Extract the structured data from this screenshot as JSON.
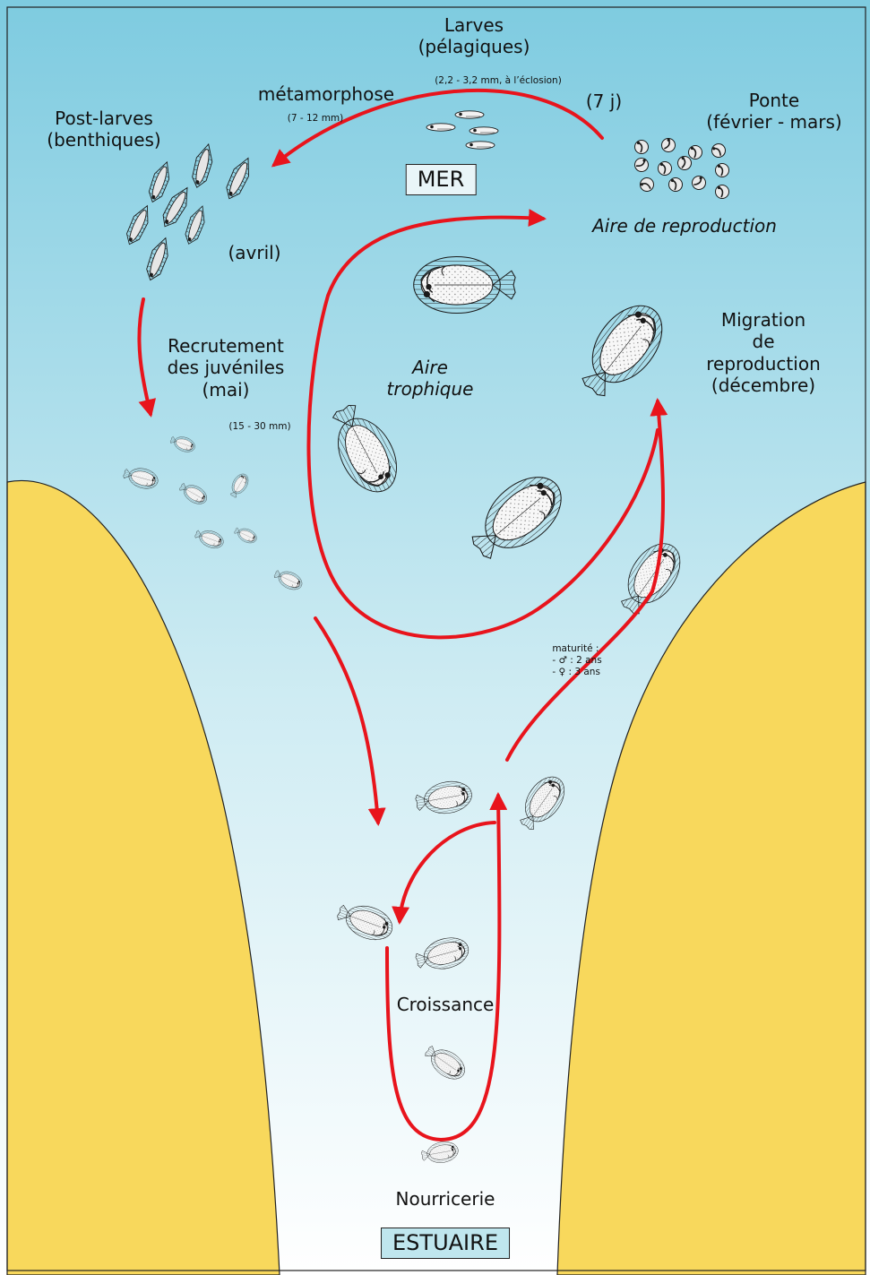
{
  "labels": {
    "larvae_title": "Larves",
    "larvae_sub": "(pélagiques)",
    "larvae_size": "(2,2 - 3,2 mm, à l’éclosion)",
    "days": "(7 j)",
    "metamorphosis": "métamorphose",
    "metamorphosis_size": "(7 - 12 mm)",
    "spawning_title": "Ponte",
    "spawning_period": "(février - mars)",
    "postlarvae_title": "Post-larves",
    "postlarvae_sub": "(benthiques)",
    "sea": "MER",
    "reproduction_area": "Aire de reproduction",
    "april": "(avril)",
    "migration_l1": "Migration",
    "migration_l2": "de",
    "migration_l3": "reproduction",
    "migration_l4": "(décembre)",
    "recruitment_l1": "Recrutement",
    "recruitment_l2": "des juvéniles",
    "recruitment_l3": "(mai)",
    "recruitment_size": "(15 - 30 mm)",
    "trophic_l1": "Aire",
    "trophic_l2": "trophique",
    "maturity_title": "maturité :",
    "maturity_male": "- ♂ : 2 ans",
    "maturity_female": "- ♀ : 3 ans",
    "growth": "Croissance",
    "nursery": "Nourricerie",
    "estuary": "ESTUAIRE"
  },
  "colors": {
    "sea_top": "#7ecbe0",
    "sea_bottom": "#ffffff",
    "land": "#f8d85c",
    "arrow": "#e8141c",
    "fish_fill": "#f7f7f7",
    "fish_stroke": "#1a1a1a"
  }
}
